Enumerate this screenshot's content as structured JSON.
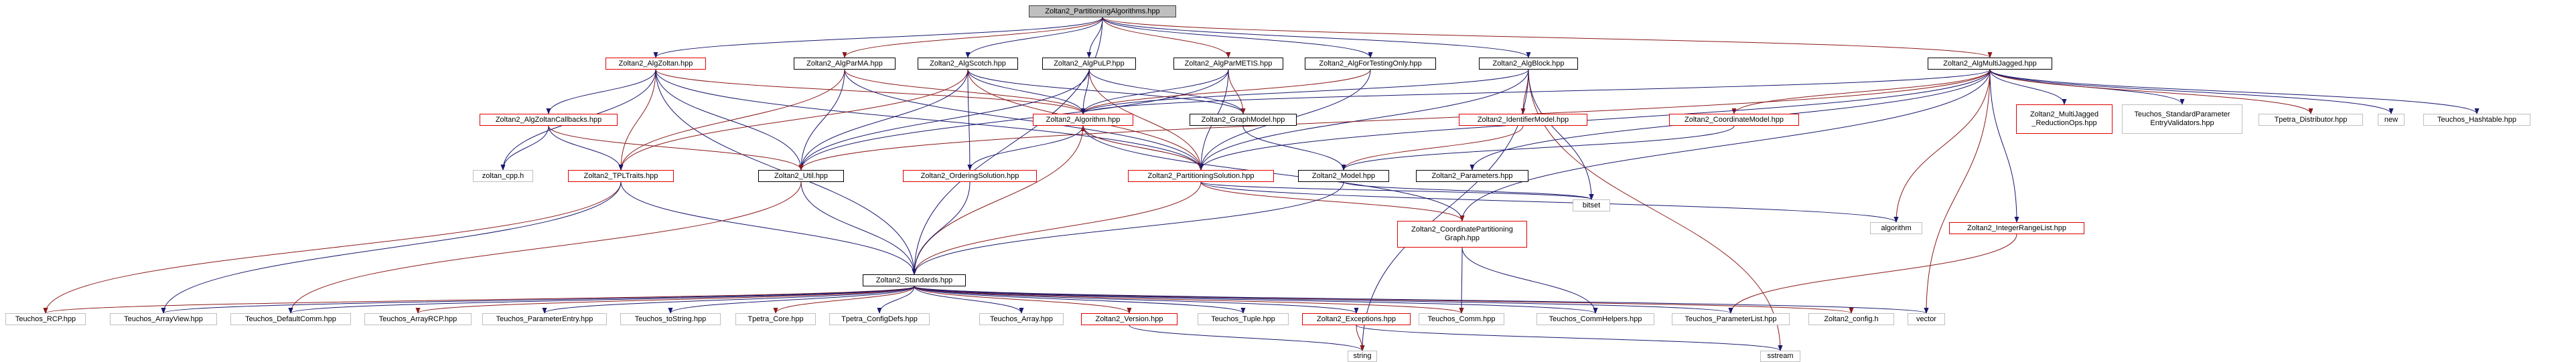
{
  "diagram": {
    "type": "include-dependency-graph",
    "edge_colors": {
      "direct": "#191970",
      "cross": "#8b1a1a"
    },
    "node_styles": {
      "root": {
        "fill": "#bfbfbf",
        "border": "#404040"
      },
      "documented": {
        "fill": "#ffffff",
        "border": "#000000"
      },
      "has_graph": {
        "fill": "#ffffff",
        "border": "#e00000"
      },
      "external": {
        "fill": "#ffffff",
        "border": "#bfbfbf"
      }
    },
    "nodes": [
      {
        "id": "root",
        "label": "Zoltan2_PartitioningAlgorithms.hpp",
        "style": "root"
      },
      {
        "id": "algzoltan",
        "label": "Zoltan2_AlgZoltan.hpp",
        "style": "has_graph"
      },
      {
        "id": "algparma",
        "label": "Zoltan2_AlgParMA.hpp",
        "style": "documented"
      },
      {
        "id": "algscotch",
        "label": "Zoltan2_AlgScotch.hpp",
        "style": "documented"
      },
      {
        "id": "algpulp",
        "label": "Zoltan2_AlgPuLP.hpp",
        "style": "documented"
      },
      {
        "id": "algparmetis",
        "label": "Zoltan2_AlgParMETIS.hpp",
        "style": "documented"
      },
      {
        "id": "algfortesting",
        "label": "Zoltan2_AlgForTestingOnly.hpp",
        "style": "documented"
      },
      {
        "id": "algblock",
        "label": "Zoltan2_AlgBlock.hpp",
        "style": "documented"
      },
      {
        "id": "algmultijagged",
        "label": "Zoltan2_AlgMultiJagged.hpp",
        "style": "documented"
      },
      {
        "id": "callbacks",
        "label": "Zoltan2_AlgZoltanCallbacks.hpp",
        "style": "has_graph"
      },
      {
        "id": "algorithm",
        "label": "Zoltan2_Algorithm.hpp",
        "style": "has_graph"
      },
      {
        "id": "graphmodel",
        "label": "Zoltan2_GraphModel.hpp",
        "style": "documented"
      },
      {
        "id": "identifiermodel",
        "label": "Zoltan2_IdentifierModel.hpp",
        "style": "has_graph"
      },
      {
        "id": "coordinatemodel",
        "label": "Zoltan2_CoordinateModel.hpp",
        "style": "has_graph"
      },
      {
        "id": "mjreduction",
        "label": "Zoltan2_MultiJagged\n_ReductionOps.hpp",
        "style": "has_graph"
      },
      {
        "id": "stdparamvalidators",
        "label": "Teuchos_StandardParameter\nEntryValidators.hpp",
        "style": "external"
      },
      {
        "id": "tpetradistributor",
        "label": "Tpetra_Distributor.hpp",
        "style": "external"
      },
      {
        "id": "new",
        "label": "new",
        "style": "external"
      },
      {
        "id": "hashtable",
        "label": "Teuchos_Hashtable.hpp",
        "style": "external"
      },
      {
        "id": "zoltan_cpp",
        "label": "zoltan_cpp.h",
        "style": "external"
      },
      {
        "id": "tpltraits",
        "label": "Zoltan2_TPLTraits.hpp",
        "style": "has_graph"
      },
      {
        "id": "util",
        "label": "Zoltan2_Util.hpp",
        "style": "documented"
      },
      {
        "id": "orderingsolution",
        "label": "Zoltan2_OrderingSolution.hpp",
        "style": "has_graph"
      },
      {
        "id": "partitioningsolution",
        "label": "Zoltan2_PartitioningSolution.hpp",
        "style": "has_graph"
      },
      {
        "id": "model",
        "label": "Zoltan2_Model.hpp",
        "style": "documented"
      },
      {
        "id": "parameters",
        "label": "Zoltan2_Parameters.hpp",
        "style": "documented"
      },
      {
        "id": "bitset",
        "label": "bitset",
        "style": "external"
      },
      {
        "id": "algorithm_std",
        "label": "algorithm",
        "style": "external"
      },
      {
        "id": "integerrangelist",
        "label": "Zoltan2_IntegerRangeList.hpp",
        "style": "has_graph"
      },
      {
        "id": "coordpartgraph",
        "label": "Zoltan2_CoordinatePartitioning\nGraph.hpp",
        "style": "has_graph"
      },
      {
        "id": "standards",
        "label": "Zoltan2_Standards.hpp",
        "style": "documented"
      },
      {
        "id": "rcp",
        "label": "Teuchos_RCP.hpp",
        "style": "external"
      },
      {
        "id": "arrayview",
        "label": "Teuchos_ArrayView.hpp",
        "style": "external"
      },
      {
        "id": "defaultcomm",
        "label": "Teuchos_DefaultComm.hpp",
        "style": "external"
      },
      {
        "id": "arrayrcp",
        "label": "Teuchos_ArrayRCP.hpp",
        "style": "external"
      },
      {
        "id": "parameterentry",
        "label": "Teuchos_ParameterEntry.hpp",
        "style": "external"
      },
      {
        "id": "tostring",
        "label": "Teuchos_toString.hpp",
        "style": "external"
      },
      {
        "id": "tpetracore",
        "label": "Tpetra_Core.hpp",
        "style": "external"
      },
      {
        "id": "tpetraconfigdefs",
        "label": "Tpetra_ConfigDefs.hpp",
        "style": "external"
      },
      {
        "id": "array",
        "label": "Teuchos_Array.hpp",
        "style": "external"
      },
      {
        "id": "version",
        "label": "Zoltan2_Version.hpp",
        "style": "has_graph"
      },
      {
        "id": "tuple",
        "label": "Teuchos_Tuple.hpp",
        "style": "external"
      },
      {
        "id": "exceptions",
        "label": "Zoltan2_Exceptions.hpp",
        "style": "has_graph"
      },
      {
        "id": "comm",
        "label": "Teuchos_Comm.hpp",
        "style": "external"
      },
      {
        "id": "commhelpers",
        "label": "Teuchos_CommHelpers.hpp",
        "style": "external"
      },
      {
        "id": "parameterlist",
        "label": "Teuchos_ParameterList.hpp",
        "style": "external"
      },
      {
        "id": "config",
        "label": "Zoltan2_config.h",
        "style": "external"
      },
      {
        "id": "vector",
        "label": "vector",
        "style": "external"
      },
      {
        "id": "string",
        "label": "string",
        "style": "external"
      },
      {
        "id": "sstream",
        "label": "sstream",
        "style": "external"
      }
    ],
    "edges": [
      [
        "root",
        "algzoltan"
      ],
      [
        "root",
        "algparma"
      ],
      [
        "root",
        "algscotch"
      ],
      [
        "root",
        "algpulp"
      ],
      [
        "root",
        "algparmetis"
      ],
      [
        "root",
        "algfortesting"
      ],
      [
        "root",
        "algblock"
      ],
      [
        "root",
        "algmultijagged"
      ],
      [
        "root",
        "standards"
      ],
      [
        "algzoltan",
        "callbacks"
      ],
      [
        "algzoltan",
        "algorithm"
      ],
      [
        "algzoltan",
        "partitioningsolution"
      ],
      [
        "algzoltan",
        "zoltan_cpp"
      ],
      [
        "algzoltan",
        "tpltraits"
      ],
      [
        "algzoltan",
        "util"
      ],
      [
        "algzoltan",
        "standards"
      ],
      [
        "algparma",
        "algorithm"
      ],
      [
        "algparma",
        "partitioningsolution"
      ],
      [
        "algparma",
        "util"
      ],
      [
        "algparma",
        "tpltraits"
      ],
      [
        "algscotch",
        "algorithm"
      ],
      [
        "algscotch",
        "graphmodel"
      ],
      [
        "algscotch",
        "partitioningsolution"
      ],
      [
        "algscotch",
        "orderingsolution"
      ],
      [
        "algscotch",
        "util"
      ],
      [
        "algscotch",
        "tpltraits"
      ],
      [
        "algpulp",
        "algorithm"
      ],
      [
        "algpulp",
        "graphmodel"
      ],
      [
        "algpulp",
        "partitioningsolution"
      ],
      [
        "algpulp",
        "util"
      ],
      [
        "algparmetis",
        "algorithm"
      ],
      [
        "algparmetis",
        "graphmodel"
      ],
      [
        "algparmetis",
        "partitioningsolution"
      ],
      [
        "algparmetis",
        "util"
      ],
      [
        "algfortesting",
        "algorithm"
      ],
      [
        "algfortesting",
        "partitioningsolution"
      ],
      [
        "algblock",
        "algorithm"
      ],
      [
        "algblock",
        "identifiermodel"
      ],
      [
        "algblock",
        "partitioningsolution"
      ],
      [
        "algblock",
        "bitset"
      ],
      [
        "algblock",
        "sstream"
      ],
      [
        "algblock",
        "string"
      ],
      [
        "algmultijagged",
        "algorithm"
      ],
      [
        "algmultijagged",
        "coordinatemodel"
      ],
      [
        "algmultijagged",
        "mjreduction"
      ],
      [
        "algmultijagged",
        "stdparamvalidators"
      ],
      [
        "algmultijagged",
        "tpetradistributor"
      ],
      [
        "algmultijagged",
        "new"
      ],
      [
        "algmultijagged",
        "hashtable"
      ],
      [
        "algmultijagged",
        "util"
      ],
      [
        "algmultijagged",
        "parameters"
      ],
      [
        "algmultijagged",
        "partitioningsolution"
      ],
      [
        "algmultijagged",
        "algorithm_std"
      ],
      [
        "algmultijagged",
        "integerrangelist"
      ],
      [
        "algmultijagged",
        "coordpartgraph"
      ],
      [
        "algmultijagged",
        "vector"
      ],
      [
        "callbacks",
        "zoltan_cpp"
      ],
      [
        "callbacks",
        "tpltraits"
      ],
      [
        "callbacks",
        "util"
      ],
      [
        "algorithm",
        "partitioningsolution"
      ],
      [
        "algorithm",
        "orderingsolution"
      ],
      [
        "algorithm",
        "standards"
      ],
      [
        "algorithm",
        "coordpartgraph"
      ],
      [
        "graphmodel",
        "model"
      ],
      [
        "identifiermodel",
        "model"
      ],
      [
        "coordinatemodel",
        "model"
      ],
      [
        "tpltraits",
        "standards"
      ],
      [
        "tpltraits",
        "rcp"
      ],
      [
        "tpltraits",
        "arrayview"
      ],
      [
        "util",
        "standards"
      ],
      [
        "util",
        "defaultcomm"
      ],
      [
        "orderingsolution",
        "standards"
      ],
      [
        "partitioningsolution",
        "algorithm"
      ],
      [
        "partitioningsolution",
        "coordpartgraph"
      ],
      [
        "partitioningsolution",
        "algorithm_std"
      ],
      [
        "partitioningsolution",
        "bitset"
      ],
      [
        "partitioningsolution",
        "standards"
      ],
      [
        "model",
        "standards"
      ],
      [
        "model",
        "bitset"
      ],
      [
        "integerrangelist",
        "parameterlist"
      ],
      [
        "coordpartgraph",
        "comm"
      ],
      [
        "coordpartgraph",
        "commhelpers"
      ],
      [
        "standards",
        "rcp"
      ],
      [
        "standards",
        "arrayview"
      ],
      [
        "standards",
        "defaultcomm"
      ],
      [
        "standards",
        "arrayrcp"
      ],
      [
        "standards",
        "parameterentry"
      ],
      [
        "standards",
        "tostring"
      ],
      [
        "standards",
        "tpetracore"
      ],
      [
        "standards",
        "tpetraconfigdefs"
      ],
      [
        "standards",
        "array"
      ],
      [
        "standards",
        "version"
      ],
      [
        "standards",
        "tuple"
      ],
      [
        "standards",
        "exceptions"
      ],
      [
        "standards",
        "comm"
      ],
      [
        "standards",
        "commhelpers"
      ],
      [
        "standards",
        "parameterlist"
      ],
      [
        "standards",
        "config"
      ],
      [
        "standards",
        "vector"
      ],
      [
        "version",
        "string"
      ],
      [
        "exceptions",
        "string"
      ],
      [
        "exceptions",
        "sstream"
      ]
    ]
  }
}
